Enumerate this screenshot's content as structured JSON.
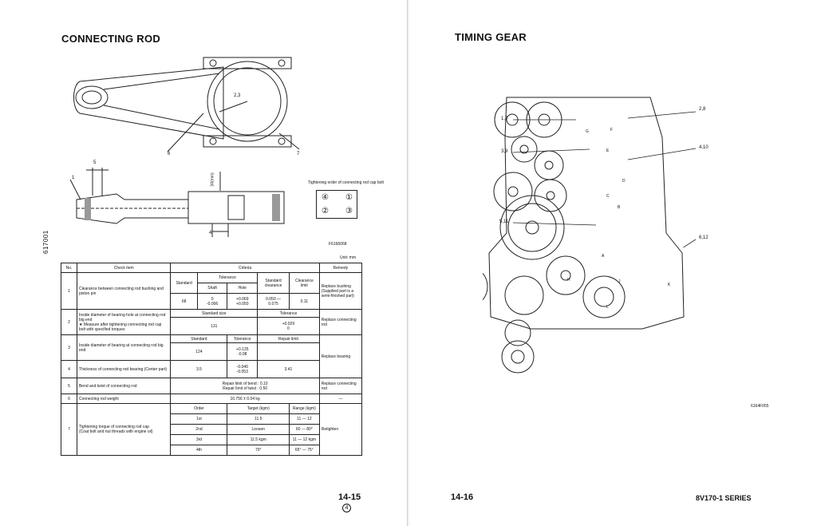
{
  "left": {
    "title": "CONNECTING ROD",
    "side_code": "617001",
    "figure_code": "F6166068",
    "unit_label": "Unit: mm",
    "callouts": [
      "2,3",
      "6",
      "7",
      "5",
      "1",
      "4"
    ],
    "dimension_label": "34(mm)",
    "tightening_note": "Tightening order of connecting rod cap bolt",
    "bolt_order": [
      "④",
      "①",
      "②",
      "③"
    ],
    "table": {
      "headers": {
        "no": "No.",
        "check": "Check item",
        "criteria": "Criteria",
        "remedy": "Remedy"
      },
      "row1": {
        "no": "1",
        "check": "Clearance between connecting rod bushing and piston pin",
        "standard": "Standard",
        "tolerance": "Tolerance",
        "shaft": "Shaft",
        "hole": "Hole",
        "standard_clearance": "Standard clearance",
        "clearance_limit": "Clearance limit",
        "size": "68",
        "shaft_val": "0\n-0.006",
        "hole_val": "+0.069\n+0.050",
        "std_clear_val": "0.050 —\n0.075",
        "limit_val": "0.11",
        "remedy": "Replace bushing (Supplied part is a semi-finished part)"
      },
      "row2": {
        "no": "2",
        "check": "Inside diameter of bearing hole at connecting rod big end\n★ Measure after tightening connecting rod cap bolt with specified torques",
        "standard_size": "Standard size",
        "tolerance": "Tolerance",
        "size": "131",
        "tol_val": "+0.029\n0",
        "remedy": "Replace connecting rod"
      },
      "row3": {
        "no": "3",
        "check": "Inside diameter of bearing at connecting rod big end",
        "standard": "Standard",
        "tolerance": "Tolerance",
        "repair": "Repair limit",
        "std_val": "124",
        "tol_val": "+0.135\n-0.08",
        "remedy": "Replace bearing"
      },
      "row4": {
        "no": "4",
        "check": "Thickness of connecting rod bearing (Center part)",
        "std_val": "3.5",
        "tol_val": "-0.040\n-0.053",
        "repair_val": "3.41"
      },
      "row5": {
        "no": "5",
        "check": "Bend and twist of connecting rod",
        "criteria": "Repair limit of bend : 0.10\nRepair limit of twist : 0.50",
        "remedy": "Replace connecting rod"
      },
      "row6": {
        "no": "6",
        "check": "Connecting rod weight",
        "criteria": "10.756 ± 0.04 kg",
        "remedy": "—"
      },
      "row7": {
        "no": "7",
        "check": "Tightening torque of connecting rod cap\n(Coat bolt and nut threads with engine oil)",
        "order_h": "Order",
        "target_h": "Target (kgm)",
        "range_h": "Range (kgm)",
        "rows": [
          {
            "order": "1st",
            "target": "11.5",
            "range": "11 — 12"
          },
          {
            "order": "2nd",
            "target": "Loosen",
            "range": "60 — 80°"
          },
          {
            "order": "3rd",
            "target": "11.5 kgm",
            "range": "11 — 12 kgm"
          },
          {
            "order": "4th",
            "target": "70°",
            "range": "65° — 75°"
          }
        ],
        "remedy": "Retighten"
      }
    },
    "page_number": "14-15",
    "page_circle": "4"
  },
  "right": {
    "title": "TIMING GEAR",
    "callouts": [
      "1,7",
      "2,8",
      "3,9",
      "4,10",
      "5,11",
      "6,12"
    ],
    "gear_letters": [
      "G",
      "F",
      "E",
      "D",
      "C",
      "B",
      "A",
      "H",
      "J",
      "K",
      "L"
    ],
    "figure_code": "6164F055",
    "page_number": "14-16",
    "series": "8V170-1 SERIES"
  }
}
